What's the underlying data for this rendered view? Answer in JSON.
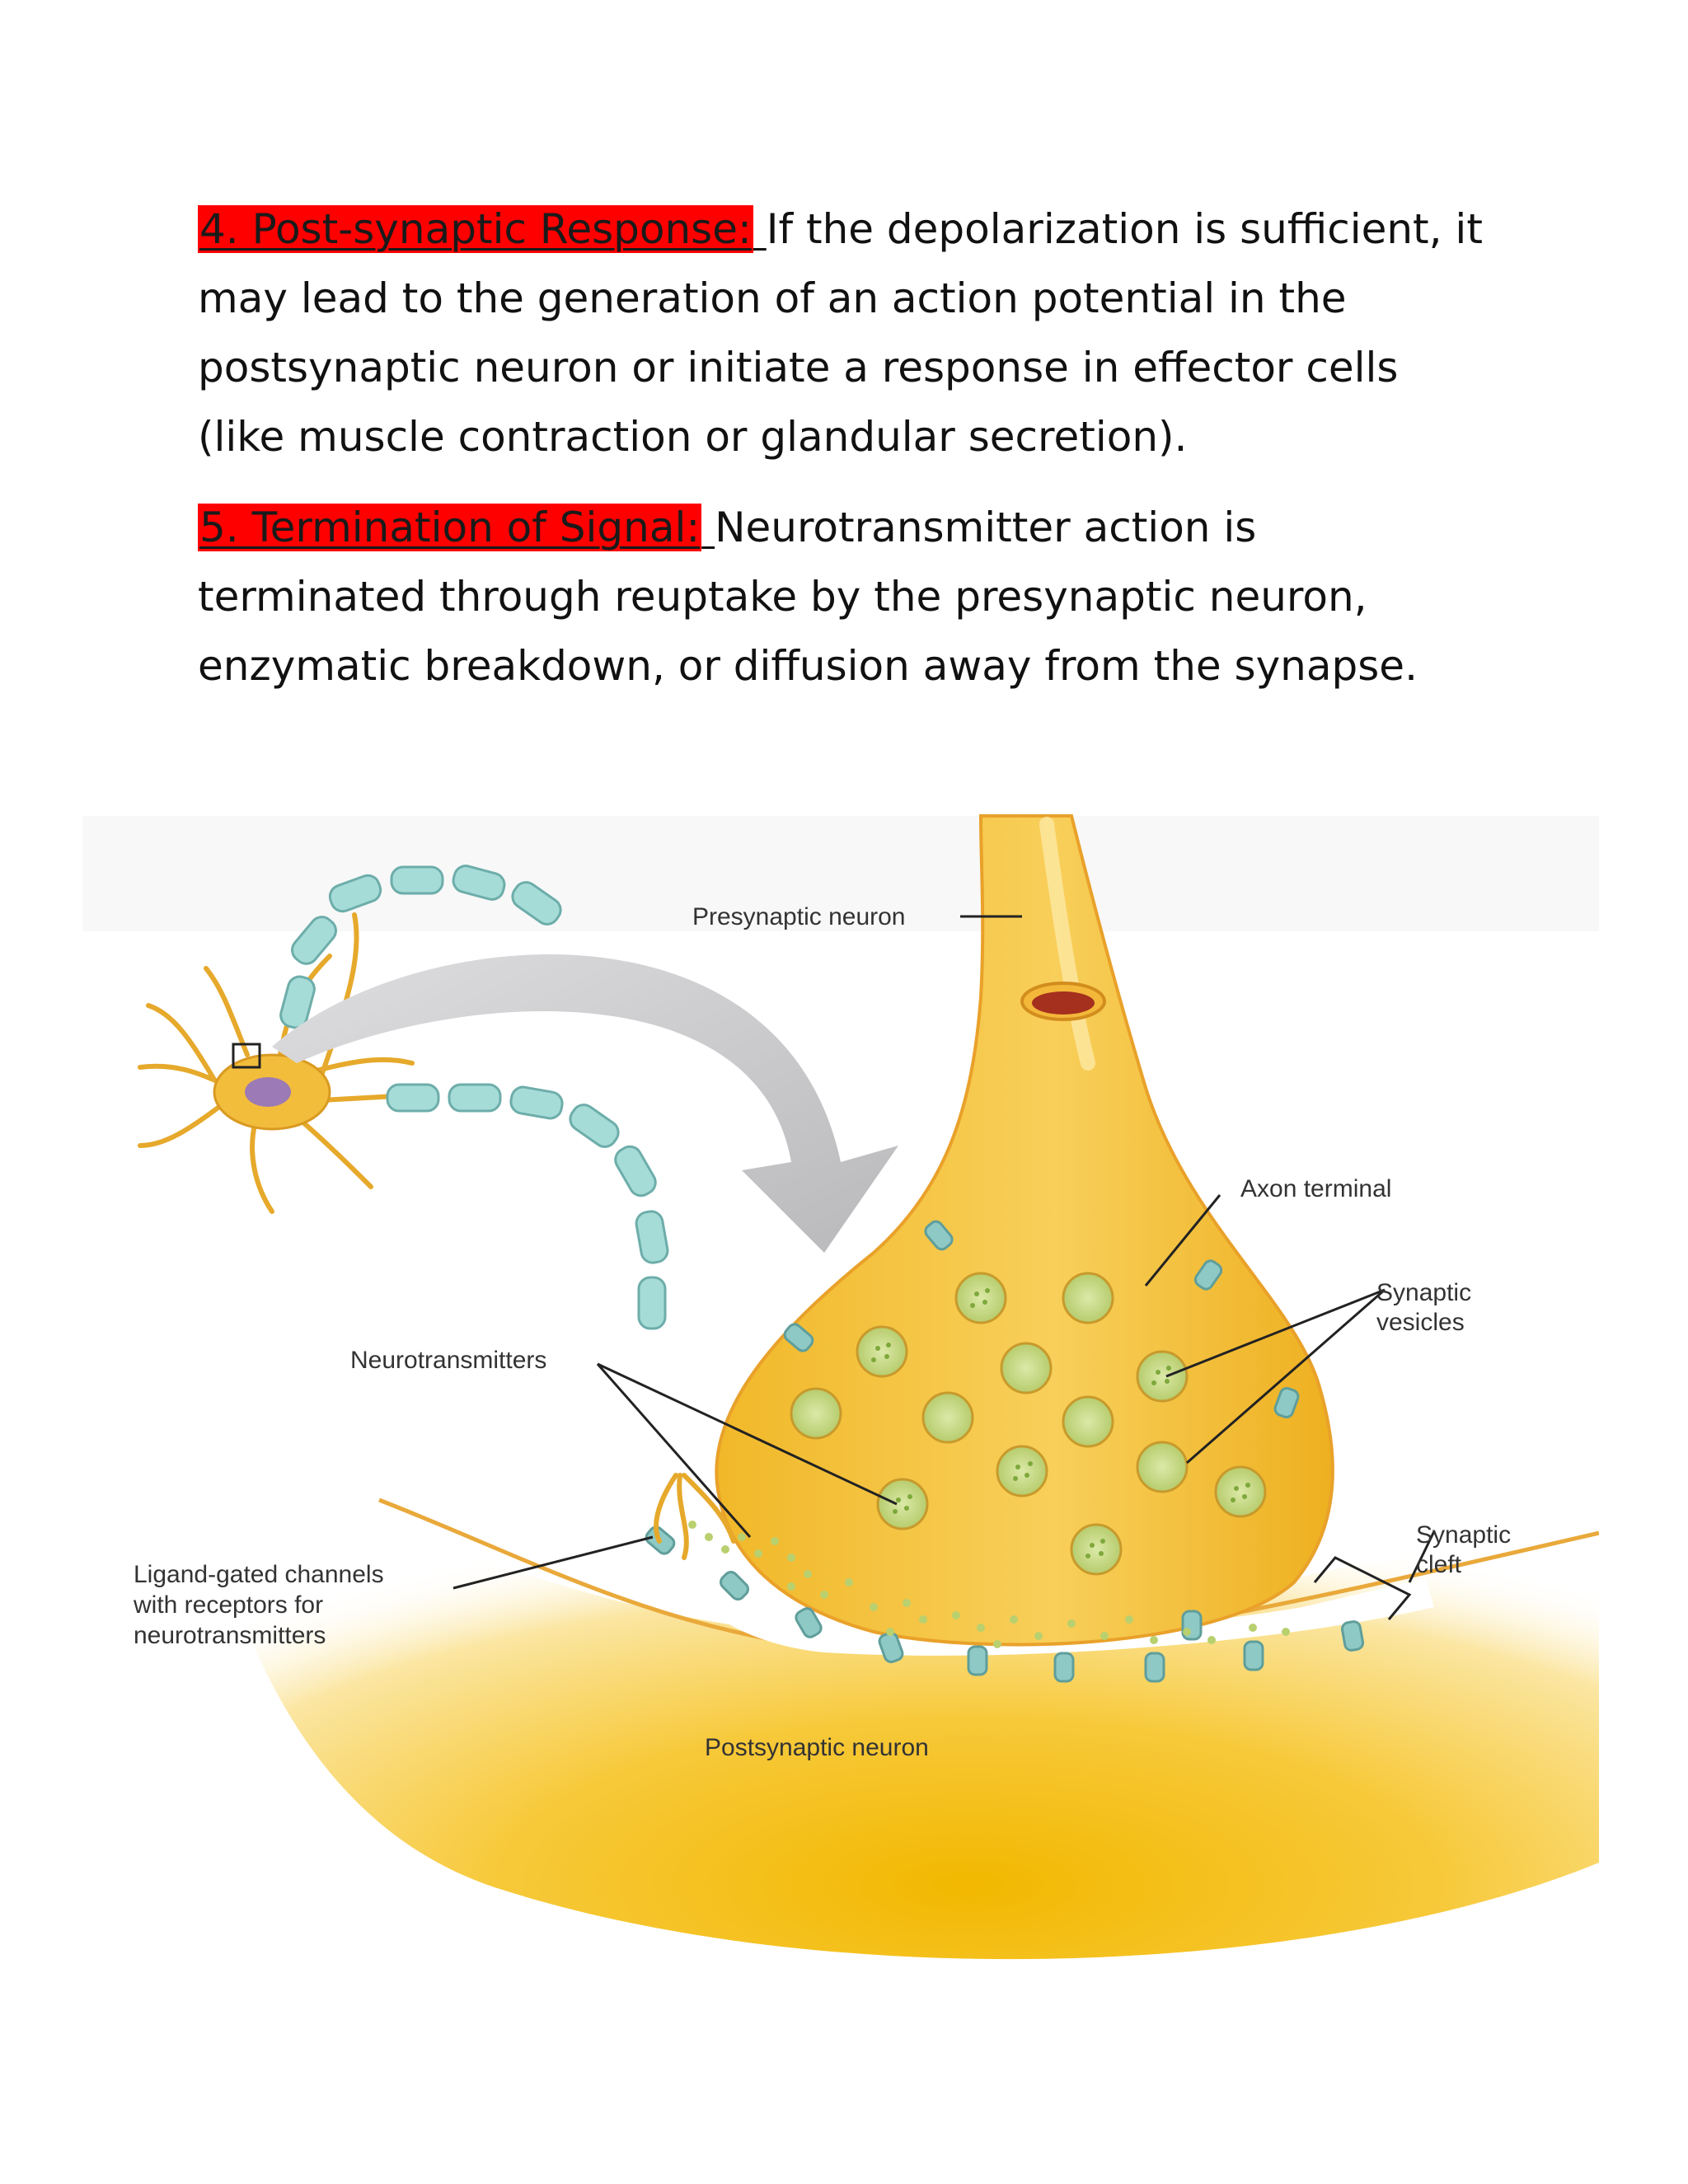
{
  "paragraphs": [
    {
      "heading": "4. Post-synaptic Response:",
      "body": "If the depolarization is sufficient, it may lead to the generation of an action potential in the postsynaptic neuron or initiate a response in effector cells (like muscle contraction or glandular secretion)."
    },
    {
      "heading": "5. Termination of Signal:",
      "body": "Neurotransmitter action is terminated through reuptake by the presynaptic neuron, enzymatic breakdown, or diffusion away from the synapse."
    }
  ],
  "figure_labels": {
    "presynaptic": "Presynaptic neuron",
    "axon_terminal": "Axon terminal",
    "synaptic_vesicles_1": "Synaptic",
    "synaptic_vesicles_2": "vesicles",
    "neurotransmitters": "Neurotransmitters",
    "ligand_1": "Ligand-gated channels",
    "ligand_2": "with receptors for",
    "ligand_3": "neurotransmitters",
    "synaptic_cleft_1": "Synaptic",
    "synaptic_cleft_2": "cleft",
    "postsynaptic": "Postsynaptic neuron"
  },
  "colors": {
    "highlight": "#ff0000",
    "neuron_fill": "#f6c445",
    "myelin": "#a6dcd8",
    "arrow": "#c7c7c9"
  }
}
